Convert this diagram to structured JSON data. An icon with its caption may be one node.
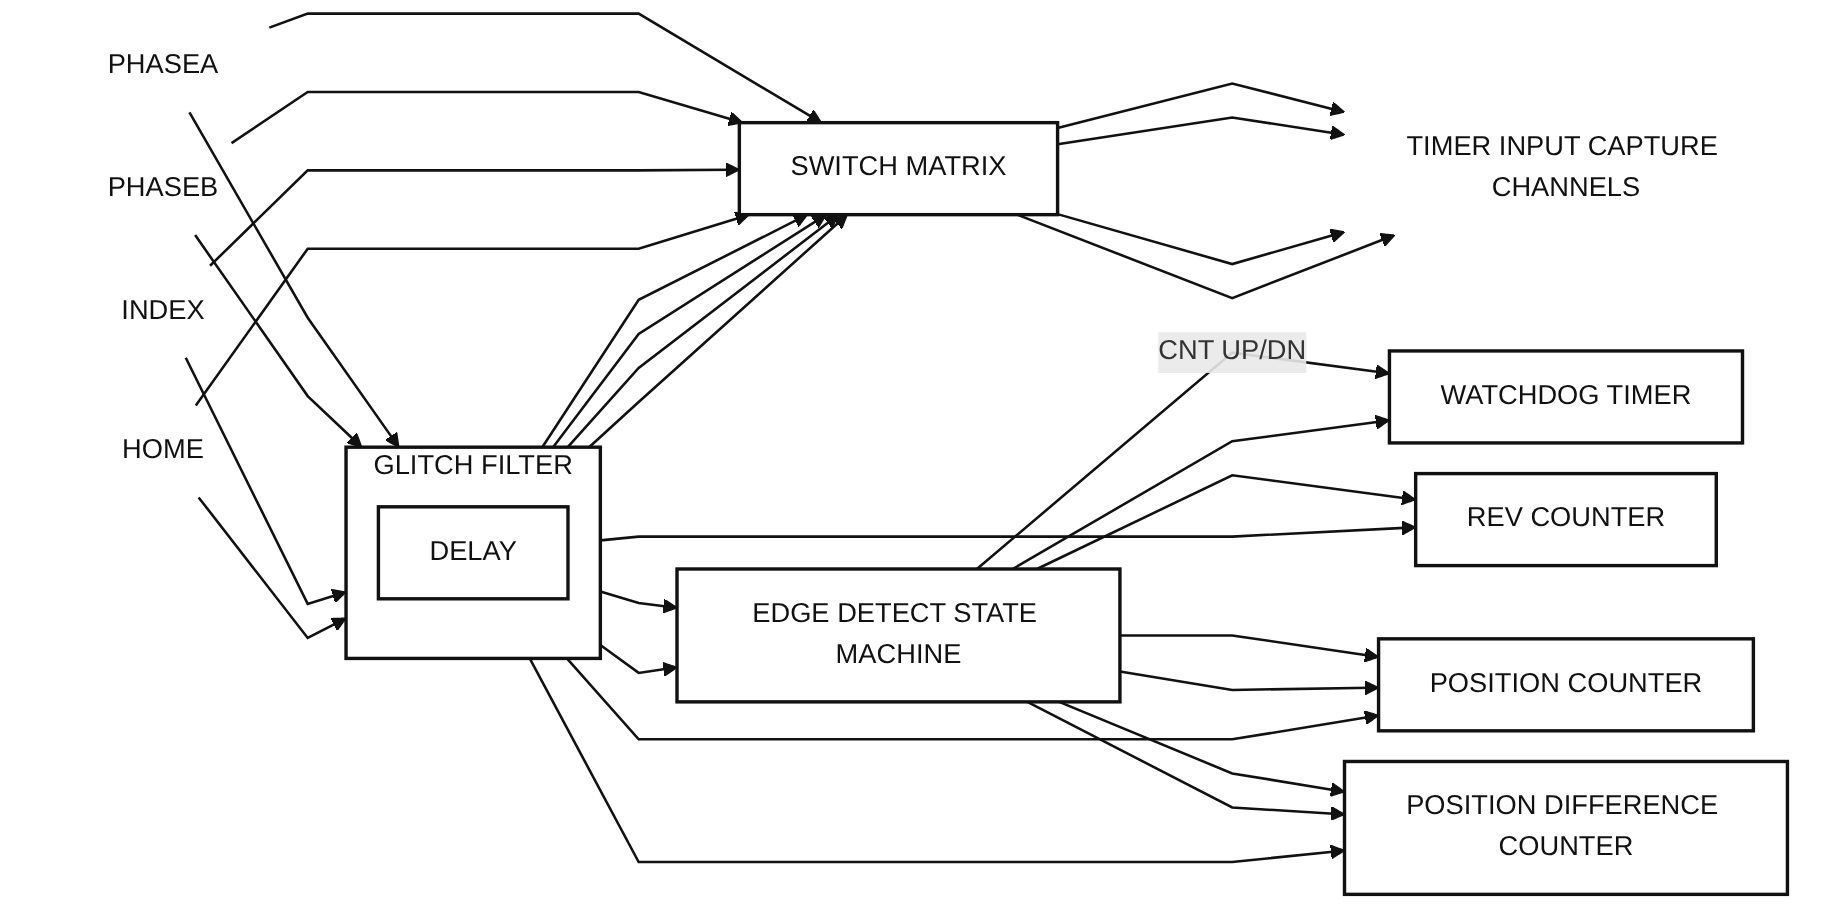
{
  "diagram": {
    "nodes": [
      {
        "text": [
          "PHASEA"
        ]
      },
      {
        "text": [
          "PHASEB"
        ]
      },
      {
        "text": [
          "INDEX"
        ]
      },
      {
        "text": [
          "HOME"
        ]
      },
      {
        "text": [
          "GLITCH FILTER"
        ]
      },
      {
        "text": [
          "DELAY"
        ],
        "in": 4
      },
      {
        "text": [
          "EDGE DETECT STATE MACHINE"
        ]
      },
      {
        "text": [
          "WATCHDOG TIMER"
        ]
      },
      {
        "text": [
          "REV COUNTER"
        ]
      },
      {
        "text": [
          "POSITION COUNTER"
        ]
      },
      {
        "text": [
          "POSITION DIFFERENCE COUNTER"
        ]
      },
      {
        "text": [
          "SWITCH MATRIX"
        ]
      },
      {
        "text": [
          "TIMER INPUT CAPTURE CHANNELS"
        ]
      }
    ],
    "edges": [
      {
        "from": 0,
        "to": 4,
        "arrow": "to"
      },
      {
        "from": 1,
        "to": 4,
        "arrow": "to"
      },
      {
        "from": 2,
        "to": 4,
        "arrow": "to"
      },
      {
        "from": 3,
        "to": 4,
        "arrow": "to"
      },
      {
        "from": 0,
        "to": 11,
        "arrow": "to"
      },
      {
        "from": 1,
        "to": 11,
        "arrow": "to"
      },
      {
        "from": 2,
        "to": 11,
        "arrow": "to"
      },
      {
        "from": 3,
        "to": 11,
        "arrow": "to"
      },
      {
        "from": 4,
        "to": 6,
        "arrow": "to"
      },
      {
        "from": 4,
        "to": 6,
        "arrow": "to"
      },
      {
        "from": 4,
        "to": 11,
        "arrow": "to"
      },
      {
        "from": 4,
        "to": 11,
        "arrow": "to"
      },
      {
        "from": 4,
        "to": 11,
        "arrow": "to"
      },
      {
        "from": 4,
        "to": 11,
        "arrow": "to"
      },
      {
        "from": 4,
        "to": 8,
        "arrow": "to"
      },
      {
        "from": 4,
        "to": 9,
        "arrow": "to"
      },
      {
        "from": 4,
        "to": 10,
        "arrow": "to"
      },
      {
        "from": 6,
        "to": 7,
        "arrow": "to",
        "label": "CNT UP/DN"
      },
      {
        "from": 6,
        "to": 7,
        "arrow": "to"
      },
      {
        "from": 6,
        "to": 8,
        "arrow": "to"
      },
      {
        "from": 6,
        "to": 9,
        "arrow": "to"
      },
      {
        "from": 6,
        "to": 9,
        "arrow": "to"
      },
      {
        "from": 6,
        "to": 10,
        "arrow": "to"
      },
      {
        "from": 6,
        "to": 10,
        "arrow": "to"
      },
      {
        "from": 11,
        "to": 12,
        "arrow": "to"
      },
      {
        "from": 11,
        "to": 12,
        "arrow": "to"
      },
      {
        "from": 11,
        "to": 12,
        "arrow": "to"
      },
      {
        "from": 11,
        "to": 12,
        "arrow": "to"
      }
    ]
  }
}
